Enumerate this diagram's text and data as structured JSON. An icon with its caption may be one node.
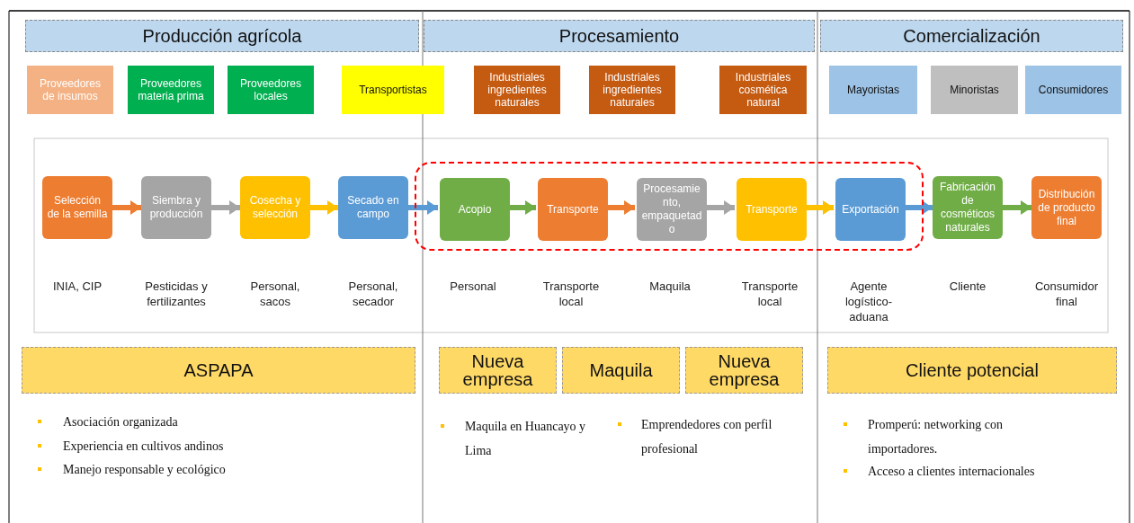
{
  "diagram": {
    "nodes": [
      {
        "text": [
          "Producción agrícola"
        ]
      },
      {
        "text": [
          "Procesamiento"
        ]
      },
      {
        "text": [
          "Comercialización"
        ]
      },
      {
        "text": [
          "Proveedores de insumos"
        ]
      },
      {
        "text": [
          "Proveedores materia prima"
        ]
      },
      {
        "text": [
          "Proveedores locales"
        ]
      },
      {
        "text": [
          "Transportistas"
        ]
      },
      {
        "text": [
          "Industriales ingredientes naturales"
        ]
      },
      {
        "text": [
          "Industriales ingredientes naturales"
        ]
      },
      {
        "text": [
          "Industriales cosmética natural"
        ]
      },
      {
        "text": [
          "Mayoristas"
        ]
      },
      {
        "text": [
          "Minoristas"
        ]
      },
      {
        "text": [
          "Consumidores"
        ]
      },
      {
        "text": [],
        "shape": "box"
      },
      {
        "text": [
          "Selección de la semilla"
        ],
        "beside": [
          "INIA, CIP"
        ]
      },
      {
        "text": [
          "Siembra y producción"
        ],
        "beside": [
          "Pesticidas y fertilizantes"
        ]
      },
      {
        "text": [
          "Cosecha y selección"
        ],
        "beside": [
          "Personal, sacos"
        ]
      },
      {
        "text": [
          "Secado en campo"
        ],
        "beside": [
          "Personal, secador"
        ]
      },
      {
        "text": [
          "Acopio"
        ],
        "in": 13,
        "beside": [
          "Personal"
        ]
      },
      {
        "text": [
          "Transporte"
        ],
        "in": 13,
        "beside": [
          "Transporte local"
        ]
      },
      {
        "text": [
          "Procesamiento, empaquetado"
        ],
        "in": 13,
        "beside": [
          "Maquila"
        ]
      },
      {
        "text": [
          "Transporte"
        ],
        "in": 13,
        "beside": [
          "Transporte local"
        ]
      },
      {
        "text": [
          "Exportación"
        ],
        "in": 13,
        "beside": [
          "Agente logístico-aduana"
        ]
      },
      {
        "text": [
          "Fabricación de cosméticos naturales"
        ],
        "beside": [
          "Cliente"
        ]
      },
      {
        "text": [
          "Distribución de producto final"
        ],
        "beside": [
          "Consumidor final"
        ]
      },
      {
        "text": [
          "ASPAPA"
        ]
      },
      {
        "text": [
          "Nueva empresa"
        ]
      },
      {
        "text": [
          "Maquila"
        ]
      },
      {
        "text": [
          "Nueva empresa"
        ]
      },
      {
        "text": [
          "Cliente potencial"
        ]
      }
    ],
    "edges": [
      {
        "from": 14,
        "to": 15,
        "arrow": "to",
        "color": "#ed7d31"
      },
      {
        "from": 15,
        "to": 16,
        "arrow": "to",
        "color": "#a5a5a5"
      },
      {
        "from": 16,
        "to": 17,
        "arrow": "to",
        "color": "#ffc000"
      },
      {
        "from": 17,
        "to": 18,
        "arrow": "to",
        "color": "#5b9bd5"
      },
      {
        "from": 18,
        "to": 19,
        "arrow": "to",
        "color": "#70ad47"
      },
      {
        "from": 19,
        "to": 20,
        "arrow": "to",
        "color": "#ed7d31"
      },
      {
        "from": 20,
        "to": 21,
        "arrow": "to",
        "color": "#a5a5a5"
      },
      {
        "from": 21,
        "to": 22,
        "arrow": "to",
        "color": "#ffc000"
      },
      {
        "from": 22,
        "to": 23,
        "arrow": "to",
        "color": "#5b9bd5"
      },
      {
        "from": 23,
        "to": 24,
        "arrow": "to",
        "color": "#70ad47"
      }
    ],
    "labels": [
      "Asociación organizada",
      "Experiencia en cultivos andinos",
      "Manejo responsable y ecológico",
      "Maquila en Huancayo y Lima",
      "Emprendedores con perfil profesional",
      "Promperú: networking con importadores.",
      "Acceso a clientes internacionales"
    ]
  }
}
